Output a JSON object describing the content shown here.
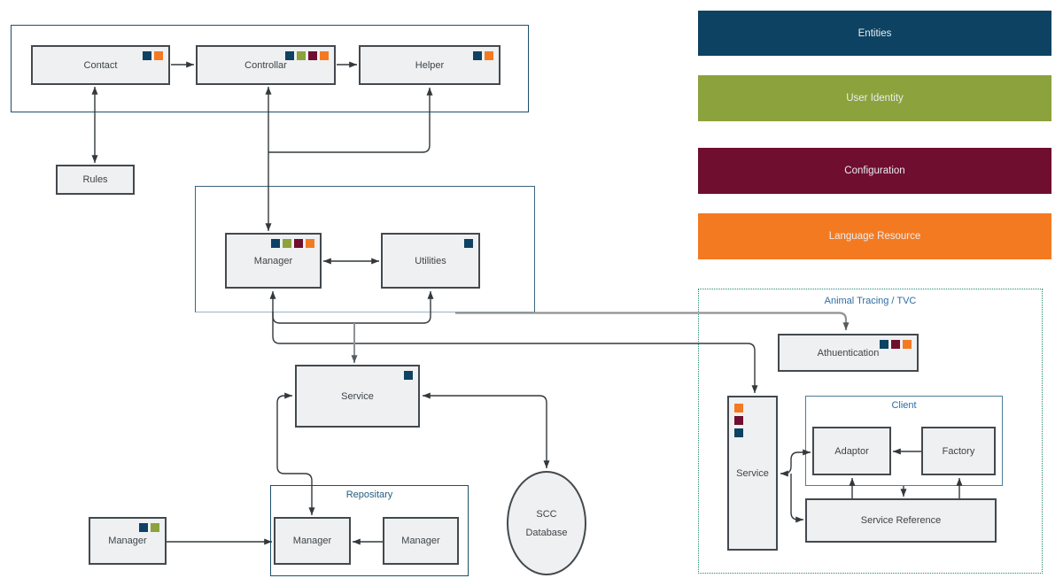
{
  "palette": {
    "entities": "#0d4262",
    "user_identity": "#8ca23c",
    "configuration": "#6f0e2f",
    "language_resource": "#f47a22",
    "container_border": "#1d4f6b",
    "tvc_border": "#1f8a6e",
    "label_blue": "#2d6da3"
  },
  "legend": [
    {
      "label": "Entities"
    },
    {
      "label": "User Identity"
    },
    {
      "label": "Configuration"
    },
    {
      "label": "Language Resource"
    }
  ],
  "containers": {
    "tvc": {
      "label": "Animal Tracing / TVC"
    },
    "repository": {
      "label": "Repositary"
    },
    "client": {
      "label": "Client"
    }
  },
  "nodes": {
    "contact": {
      "label": "Contact",
      "badges": [
        "entities",
        "language_resource"
      ]
    },
    "controllar": {
      "label": "Controllar",
      "badges": [
        "entities",
        "user_identity",
        "configuration",
        "language_resource"
      ]
    },
    "helper": {
      "label": "Helper",
      "badges": [
        "entities",
        "language_resource"
      ]
    },
    "rules": {
      "label": "Rules",
      "badges": []
    },
    "manager_mid": {
      "label": "Manager",
      "badges": [
        "entities",
        "user_identity",
        "configuration",
        "language_resource"
      ]
    },
    "utilities": {
      "label": "Utilities",
      "badges": [
        "entities"
      ]
    },
    "service_main": {
      "label": "Service",
      "badges": [
        "entities"
      ]
    },
    "manager_left": {
      "label": "Manager",
      "badges": [
        "entities",
        "user_identity"
      ]
    },
    "manager_repo_left": {
      "label": "Manager",
      "badges": []
    },
    "manager_repo_right": {
      "label": "Manager",
      "badges": []
    },
    "scc_database": {
      "line1": "SCC",
      "line2": "Database"
    },
    "athuentication": {
      "label": "Athuentication",
      "badges": [
        "entities",
        "configuration",
        "language_resource"
      ]
    },
    "service_tvc": {
      "label": "Service",
      "badges": [
        "language_resource",
        "configuration",
        "entities"
      ]
    },
    "adaptor": {
      "label": "Adaptor",
      "badges": []
    },
    "factory": {
      "label": "Factory",
      "badges": []
    },
    "service_reference": {
      "label": "Service Reference",
      "badges": []
    }
  }
}
